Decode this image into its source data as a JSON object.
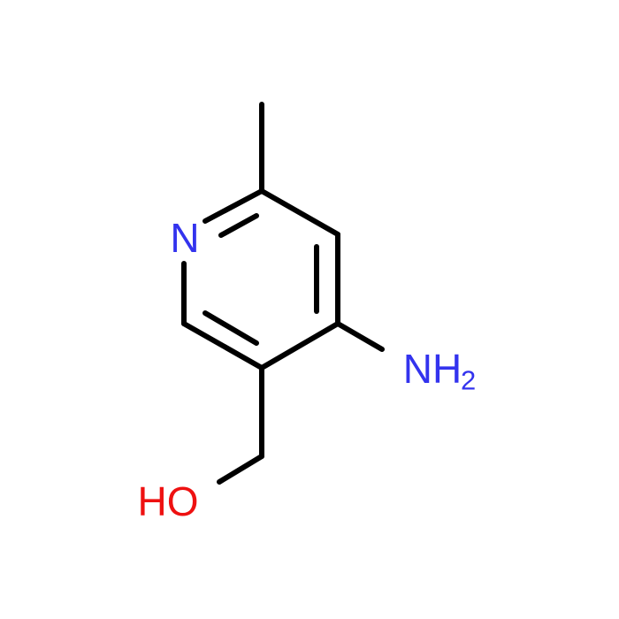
{
  "colors": {
    "background": "#ffffff",
    "bond": "#000000",
    "nitrogen": "#3333ee",
    "oxygen": "#ee1111"
  },
  "atoms": {
    "ring_nitrogen": {
      "element": "N",
      "text": "N",
      "color": "nitrogen"
    },
    "amino_group": {
      "element": "N",
      "text": "NH",
      "subscript": "2",
      "color": "nitrogen"
    },
    "hydroxyl_group": {
      "element": "O",
      "text": "HO",
      "color": "oxygen"
    }
  }
}
